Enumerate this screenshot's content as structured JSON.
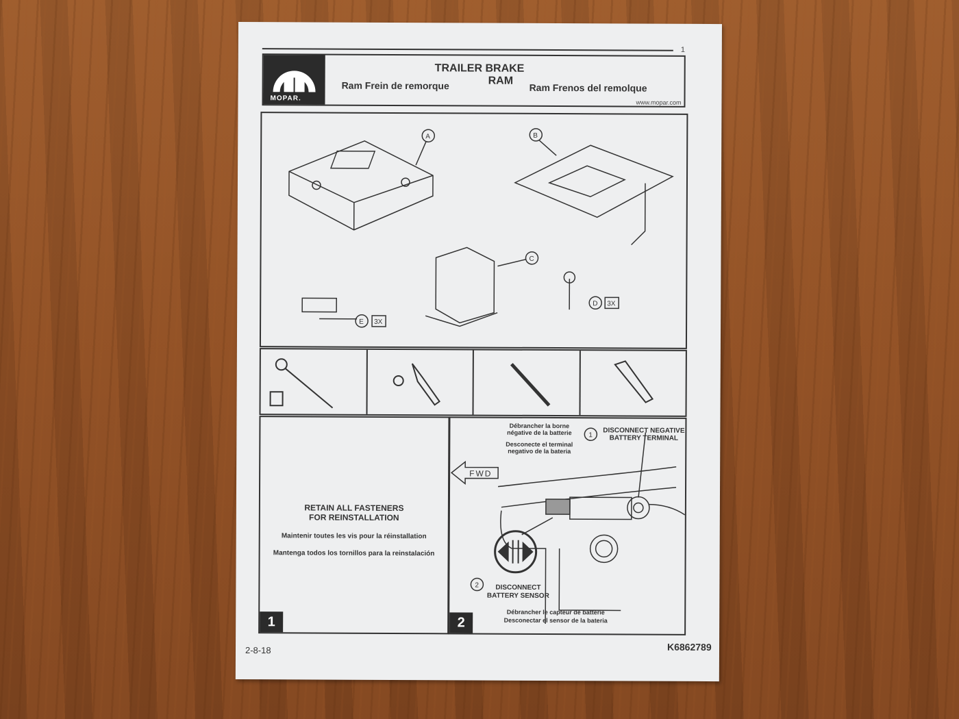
{
  "page_number": "1",
  "header": {
    "logo_text": "MOPAR.",
    "title": "TRAILER BRAKE",
    "subtitle": "RAM",
    "subtitle_fr": "Ram Frein de remorque",
    "subtitle_es": "Ram Frenos del remolque",
    "url": "www.mopar.com"
  },
  "parts": {
    "a": "A",
    "b": "B",
    "c": "C",
    "d": "D",
    "e": "E",
    "d_qty": "3X",
    "e_qty": "3X"
  },
  "step1": {
    "number": "1",
    "heading_line1": "RETAIN ALL FASTENERS",
    "heading_line2": "FOR REINSTALLATION",
    "fr": "Maintenir toutes les vis pour la réinstallation",
    "es": "Mantenga todos los tornillos para la reinstalación"
  },
  "step2": {
    "number": "2",
    "fr_1_line1": "Débrancher la borne",
    "fr_1_line2": "négative de la batterie",
    "es_1_line1": "Desconecte el terminal",
    "es_1_line2": "negativo de la bateria",
    "callout1_num": "1",
    "callout1_line1": "DISCONNECT NEGATIVE",
    "callout1_line2": "BATTERY TERMINAL",
    "fwd": "FWD",
    "callout2_num": "2",
    "callout2_line1": "DISCONNECT",
    "callout2_line2": "BATTERY SENSOR",
    "fr_2": "Débrancher le capteur de batterie",
    "es_2": "Desconectar el sensor de la bateria"
  },
  "footer": {
    "date": "2-8-18",
    "part_number": "K6862789"
  }
}
